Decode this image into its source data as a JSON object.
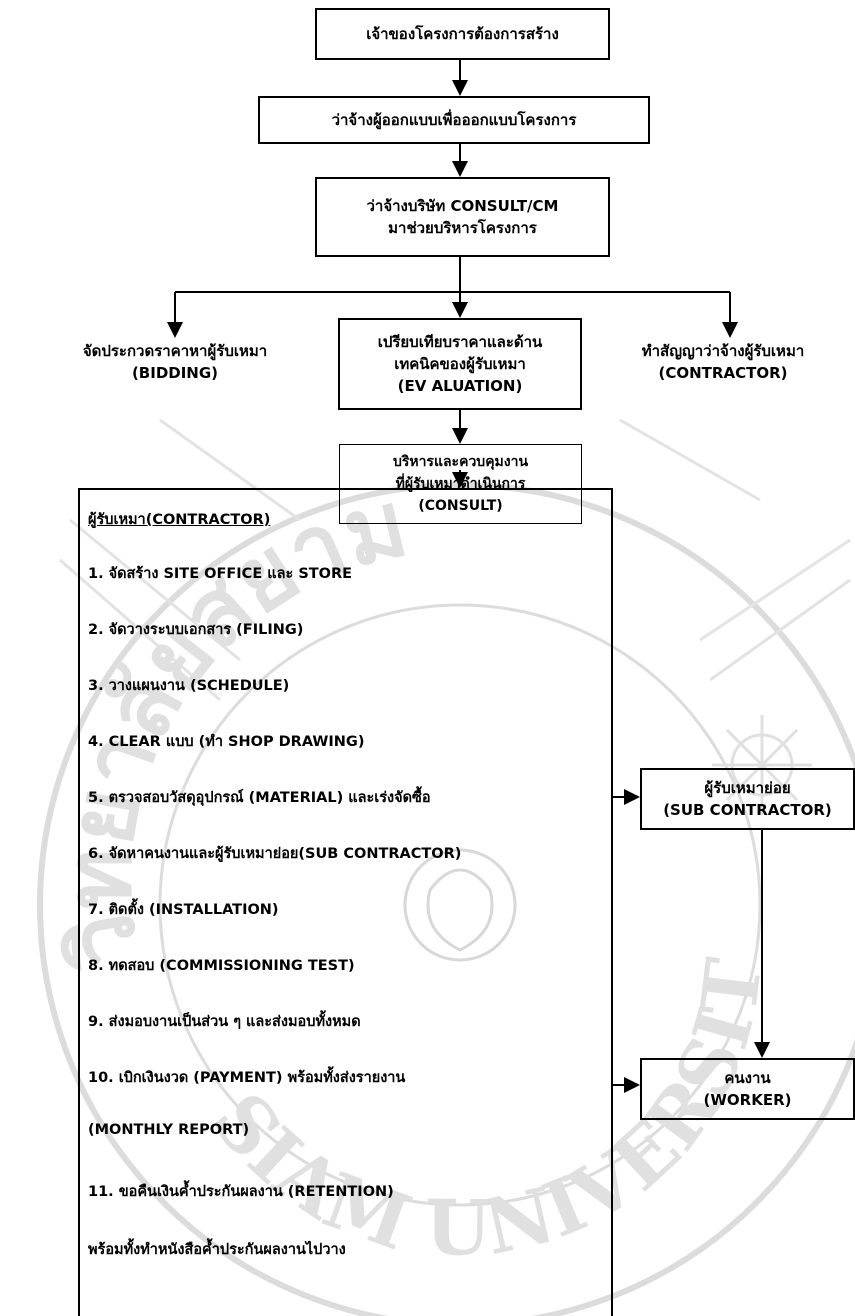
{
  "flow": {
    "owner": "เจ้าของโครงการต้องการสร้าง",
    "designer": "ว่าจ้างผู้ออกแบบเพื่อออกแบบโครงการ",
    "consult": "ว่าจ้างบริษัท CONSULT/CM\nมาช่วยบริหารโครงการ",
    "bidding": "จัดประกวดราคาหาผู้รับเหมา\n(BIDDING)",
    "evaluation": "เปรียบเทียบราคาและด้าน\nเทคนิคของผู้รับเหมา\n(EV ALUATION)",
    "contract": "ทำสัญญาว่าจ้างผู้รับเหมา\n(CONTRACTOR)",
    "control": "บริหารและควบคุมงาน\nที่ผู้รับเหมาดำเนินการ\n(CONSULT)",
    "subcontractor": "ผู้รับเหมาย่อย\n(SUB  CONTRACTOR)",
    "worker": "คนงาน\n(WORKER)"
  },
  "contractor": {
    "heading": "ผู้รับเหมา(CONTRACTOR)",
    "steps": [
      "1. จัดสร้าง SITE  OFFICE  และ  STORE",
      "2. จัดวางระบบเอกสาร (FILING)",
      "3. วางแผนงาน (SCHEDULE)",
      "4. CLEAR  แบบ (ทำ SHOP  DRAWING)",
      "5. ตรวจสอบวัสดุอุปกรณ์ (MATERIAL) และเร่งจัดซื้อ",
      "6. จัดหาคนงานและผู้รับเหมาย่อย(SUB  CONTRACTOR)",
      "7. ติดตั้ง (INSTALLATION)",
      "8. ทดสอบ (COMMISSIONING  TEST)",
      "9. ส่งมอบงานเป็นส่วน ๆ  และส่งมอบทั้งหมด",
      "10. เบิกเงินงวด (PAYMENT)  พร้อมทั้งส่งรายงาน",
      "(MONTHLY  REPORT)",
      "11. ขอคืนเงินค้ำประกันผลงาน (RETENTION)",
      "พร้อมทั้งทำหนังสือค้ำประกันผลงานไปวาง"
    ]
  },
  "watermark": {
    "text_top": "วิทยาลัยสยาม",
    "text_bottom": "SIAM UNIVERSITY",
    "color": "#d9d9d9"
  }
}
